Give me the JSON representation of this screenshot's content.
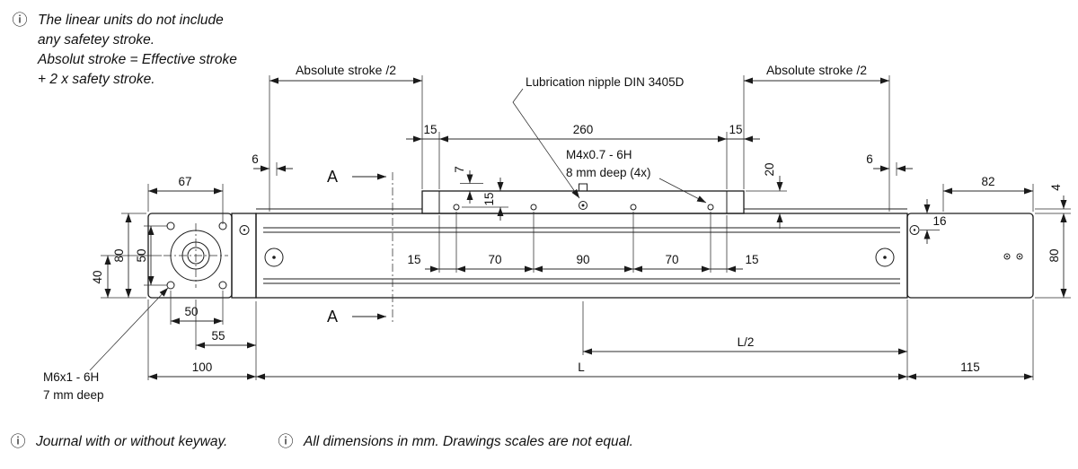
{
  "meta": {
    "info_symbol": "ⓘ"
  },
  "notes": {
    "top": {
      "line1": "The linear units do not include",
      "line2": "any safetey stroke.",
      "line3": "Absolut stroke = Effective stroke",
      "line4": "+ 2 x safety stroke."
    },
    "bottom_left": "Journal with or without keyway.",
    "bottom_right": "All dimensions in mm. Drawings scales are not equal."
  },
  "callouts": {
    "lubrication_nipple": "Lubrication nipple DIN 3405D",
    "m4_thread_line1": "M4x0.7 - 6H",
    "m4_thread_line2": "8 mm  deep (4x)",
    "m6_thread_line1": "M6x1 - 6H",
    "m6_thread_line2": "7 mm deep",
    "section_marker": "A"
  },
  "dimensions": {
    "absolute_stroke_left": "Absolute stroke /2",
    "absolute_stroke_right": "Absolute stroke /2",
    "carriage_edge_left_15": "15",
    "carriage_length_260": "260",
    "carriage_edge_right_15": "15",
    "offset_left_6": "6",
    "offset_right_6": "6",
    "left_block_width_67": "67",
    "right_block_82": "82",
    "strip_thickness_4": "4",
    "nipple_height_7": "7",
    "hole_offset_15": "15",
    "carriage_height_20": "20",
    "rail_offset_16": "16",
    "left_height_80": "80",
    "bolt_spacing_v_50": "50",
    "bottom_to_center_40": "40",
    "right_height_80": "80",
    "hole_chain": [
      "15",
      "70",
      "90",
      "70",
      "15"
    ],
    "bolt_spacing_h_50": "50",
    "center_to_body_55": "55",
    "left_block_total_100": "100",
    "total_length_L": "L",
    "half_length_L2": "L/2",
    "right_block_115": "115"
  }
}
